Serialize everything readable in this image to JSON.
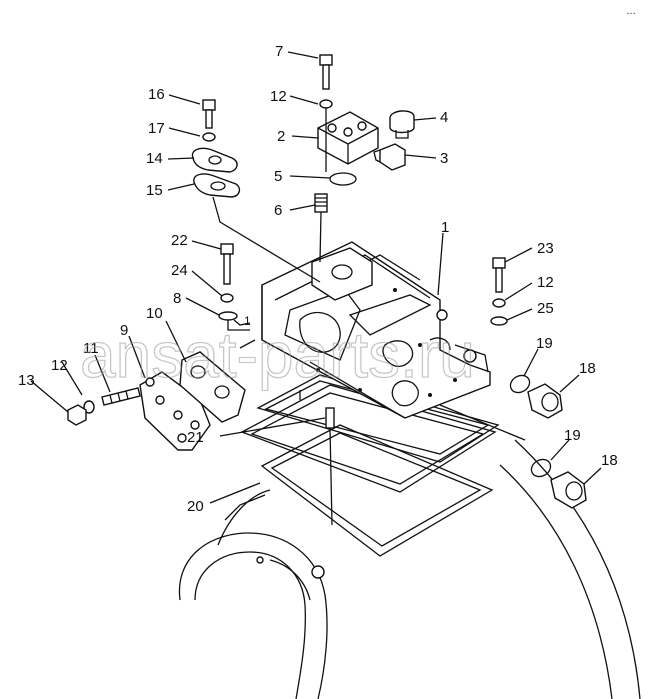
{
  "watermark": "ansat-parts.ru",
  "corner_mark": "…",
  "callouts": [
    {
      "id": "c1",
      "text": "1"
    },
    {
      "id": "c2",
      "text": "2"
    },
    {
      "id": "c3",
      "text": "3"
    },
    {
      "id": "c4",
      "text": "4"
    },
    {
      "id": "c5",
      "text": "5"
    },
    {
      "id": "c6",
      "text": "6"
    },
    {
      "id": "c7",
      "text": "7"
    },
    {
      "id": "c8",
      "text": "8"
    },
    {
      "id": "c9",
      "text": "9"
    },
    {
      "id": "c10",
      "text": "10"
    },
    {
      "id": "c11",
      "text": "11"
    },
    {
      "id": "c12a",
      "text": "12"
    },
    {
      "id": "c12b",
      "text": "12"
    },
    {
      "id": "c12c",
      "text": "12"
    },
    {
      "id": "c13",
      "text": "13"
    },
    {
      "id": "c14",
      "text": "14"
    },
    {
      "id": "c15",
      "text": "15"
    },
    {
      "id": "c16",
      "text": "16"
    },
    {
      "id": "c17",
      "text": "17"
    },
    {
      "id": "c18a",
      "text": "18"
    },
    {
      "id": "c18b",
      "text": "18"
    },
    {
      "id": "c19a",
      "text": "19"
    },
    {
      "id": "c19b",
      "text": "19"
    },
    {
      "id": "c20",
      "text": "20"
    },
    {
      "id": "c21",
      "text": "21"
    },
    {
      "id": "c22",
      "text": "22"
    },
    {
      "id": "c23",
      "text": "23"
    },
    {
      "id": "c24",
      "text": "24"
    },
    {
      "id": "c25",
      "text": "25"
    }
  ]
}
